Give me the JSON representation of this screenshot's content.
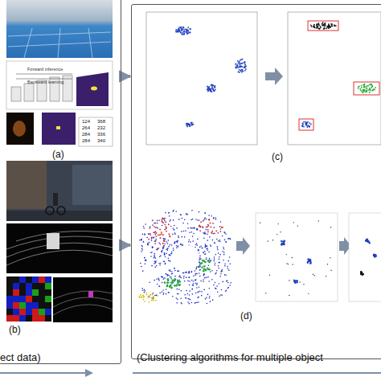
{
  "diagram": {
    "nodes": [
      {
        "text": [
          "(a)",
          "(b)"
        ]
      },
      {
        "text": [
          "(c)",
          "(d)"
        ]
      }
    ],
    "edges": [
      {
        "from": 0,
        "to": 1,
        "arrow": "to"
      },
      {
        "from": 0,
        "to": 1,
        "arrow": "to"
      }
    ],
    "labels": [
      "Forward inference",
      "Backward learning",
      "124",
      "368",
      "264",
      "232",
      "284",
      "336",
      "284",
      "340",
      "ect data)",
      "(Clustering algorithms for multiple object"
    ]
  }
}
